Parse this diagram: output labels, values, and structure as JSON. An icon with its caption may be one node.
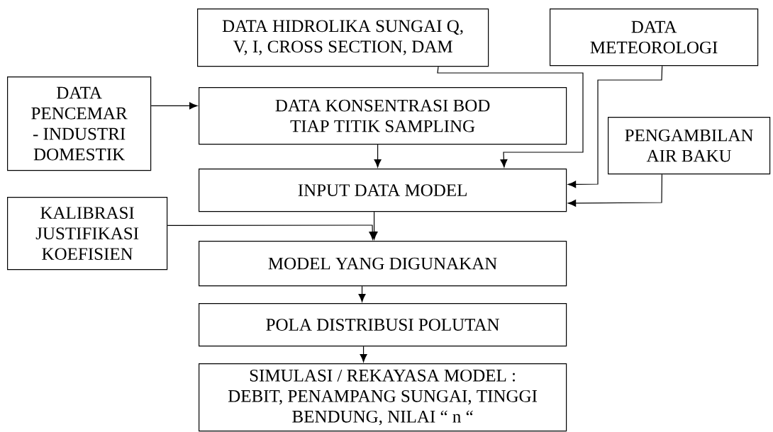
{
  "diagram": {
    "nodes": [
      {
        "text": [
          "DATA HIDROLIKA SUNGAI Q, V, I, CROSS SECTION, DAM"
        ]
      },
      {
        "text": [
          "DATA METEOROLOGI"
        ]
      },
      {
        "text": [
          "DATA PENCEMAR - INDUSTRI DOMESTIK"
        ]
      },
      {
        "text": [
          "DATA KONSENTRASI BOD TIAP TITIK SAMPLING"
        ]
      },
      {
        "text": [
          "PENGAMBILAN AIR BAKU"
        ]
      },
      {
        "text": [
          "INPUT DATA MODEL"
        ]
      },
      {
        "text": [
          "KALIBRASI JUSTIFIKASI KOEFISIEN"
        ]
      },
      {
        "text": [
          "MODEL YANG DIGUNAKAN"
        ]
      },
      {
        "text": [
          "POLA DISTRIBUSI POLUTAN"
        ]
      },
      {
        "text": [
          "SIMULASI / REKAYASA MODEL : DEBIT, PENAMPANG SUNGAI, TINGGI BENDUNG, NILAI “ n “"
        ]
      }
    ],
    "edges": [
      {
        "from": 2,
        "to": 3,
        "arrow": "to"
      },
      {
        "from": 0,
        "to": 5,
        "arrow": "to"
      },
      {
        "from": 3,
        "to": 5,
        "arrow": "to"
      },
      {
        "from": 1,
        "to": 5,
        "arrow": "to"
      },
      {
        "from": 4,
        "to": 5,
        "arrow": "to"
      },
      {
        "from": 6,
        "to": 7,
        "arrow": "to"
      },
      {
        "from": 5,
        "to": 7,
        "arrow": "to"
      },
      {
        "from": 7,
        "to": 8,
        "arrow": "to"
      },
      {
        "from": 8,
        "to": 9,
        "arrow": "to"
      }
    ]
  }
}
